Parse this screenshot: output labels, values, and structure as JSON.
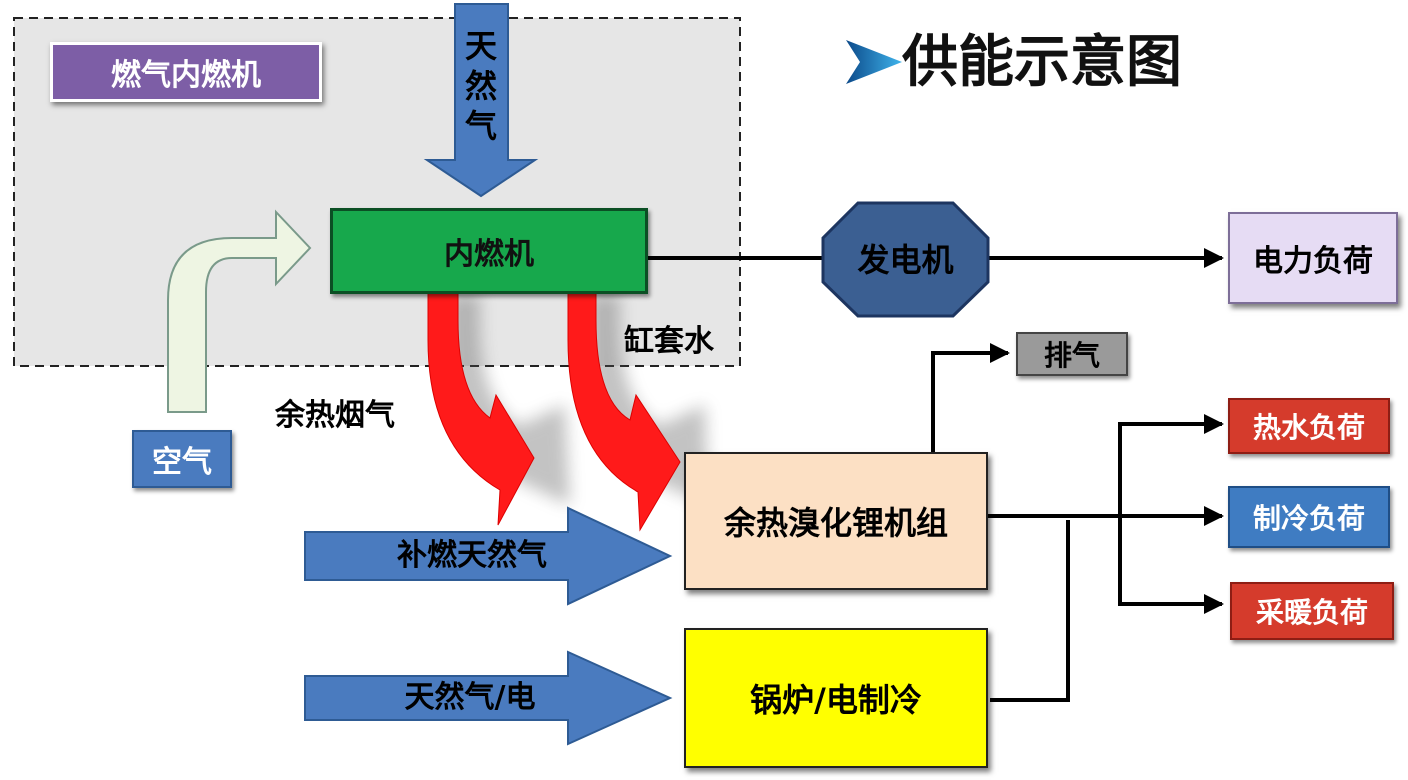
{
  "title": "供能示意图",
  "region_label": "燃气内燃机",
  "nodes": {
    "engine": "内燃机",
    "generator": "发电机",
    "electric_load": "电力负荷",
    "exhaust": "排气",
    "hot_water_load": "热水负荷",
    "cooling_load": "制冷负荷",
    "heating_load": "采暖负荷",
    "absorption_unit": "余热溴化锂机组",
    "boiler": "锅炉/电制冷",
    "air": "空气"
  },
  "flows": {
    "natural_gas_chars": [
      "天",
      "然",
      "气"
    ],
    "jacket_water": "缸套水",
    "flue_gas": "余热烟气",
    "supplementary_gas": "补燃天然气",
    "gas_electric": "天然气/电"
  },
  "colors": {
    "engine": "#17a84c",
    "generator": "#3b5f92",
    "blue_arrow": "#4a7bbf",
    "red_arrow": "#ff1a1a",
    "absorption_unit": "#fce0c4",
    "boiler": "#ffff00",
    "region_label_bg": "#7d5ea6",
    "red_load": "#d53b2c",
    "blue_load": "#3f7cc2",
    "exhaust": "#9a9a9a",
    "electric_load": "#e6dcf4",
    "air_arrow": "#eef5e3"
  }
}
